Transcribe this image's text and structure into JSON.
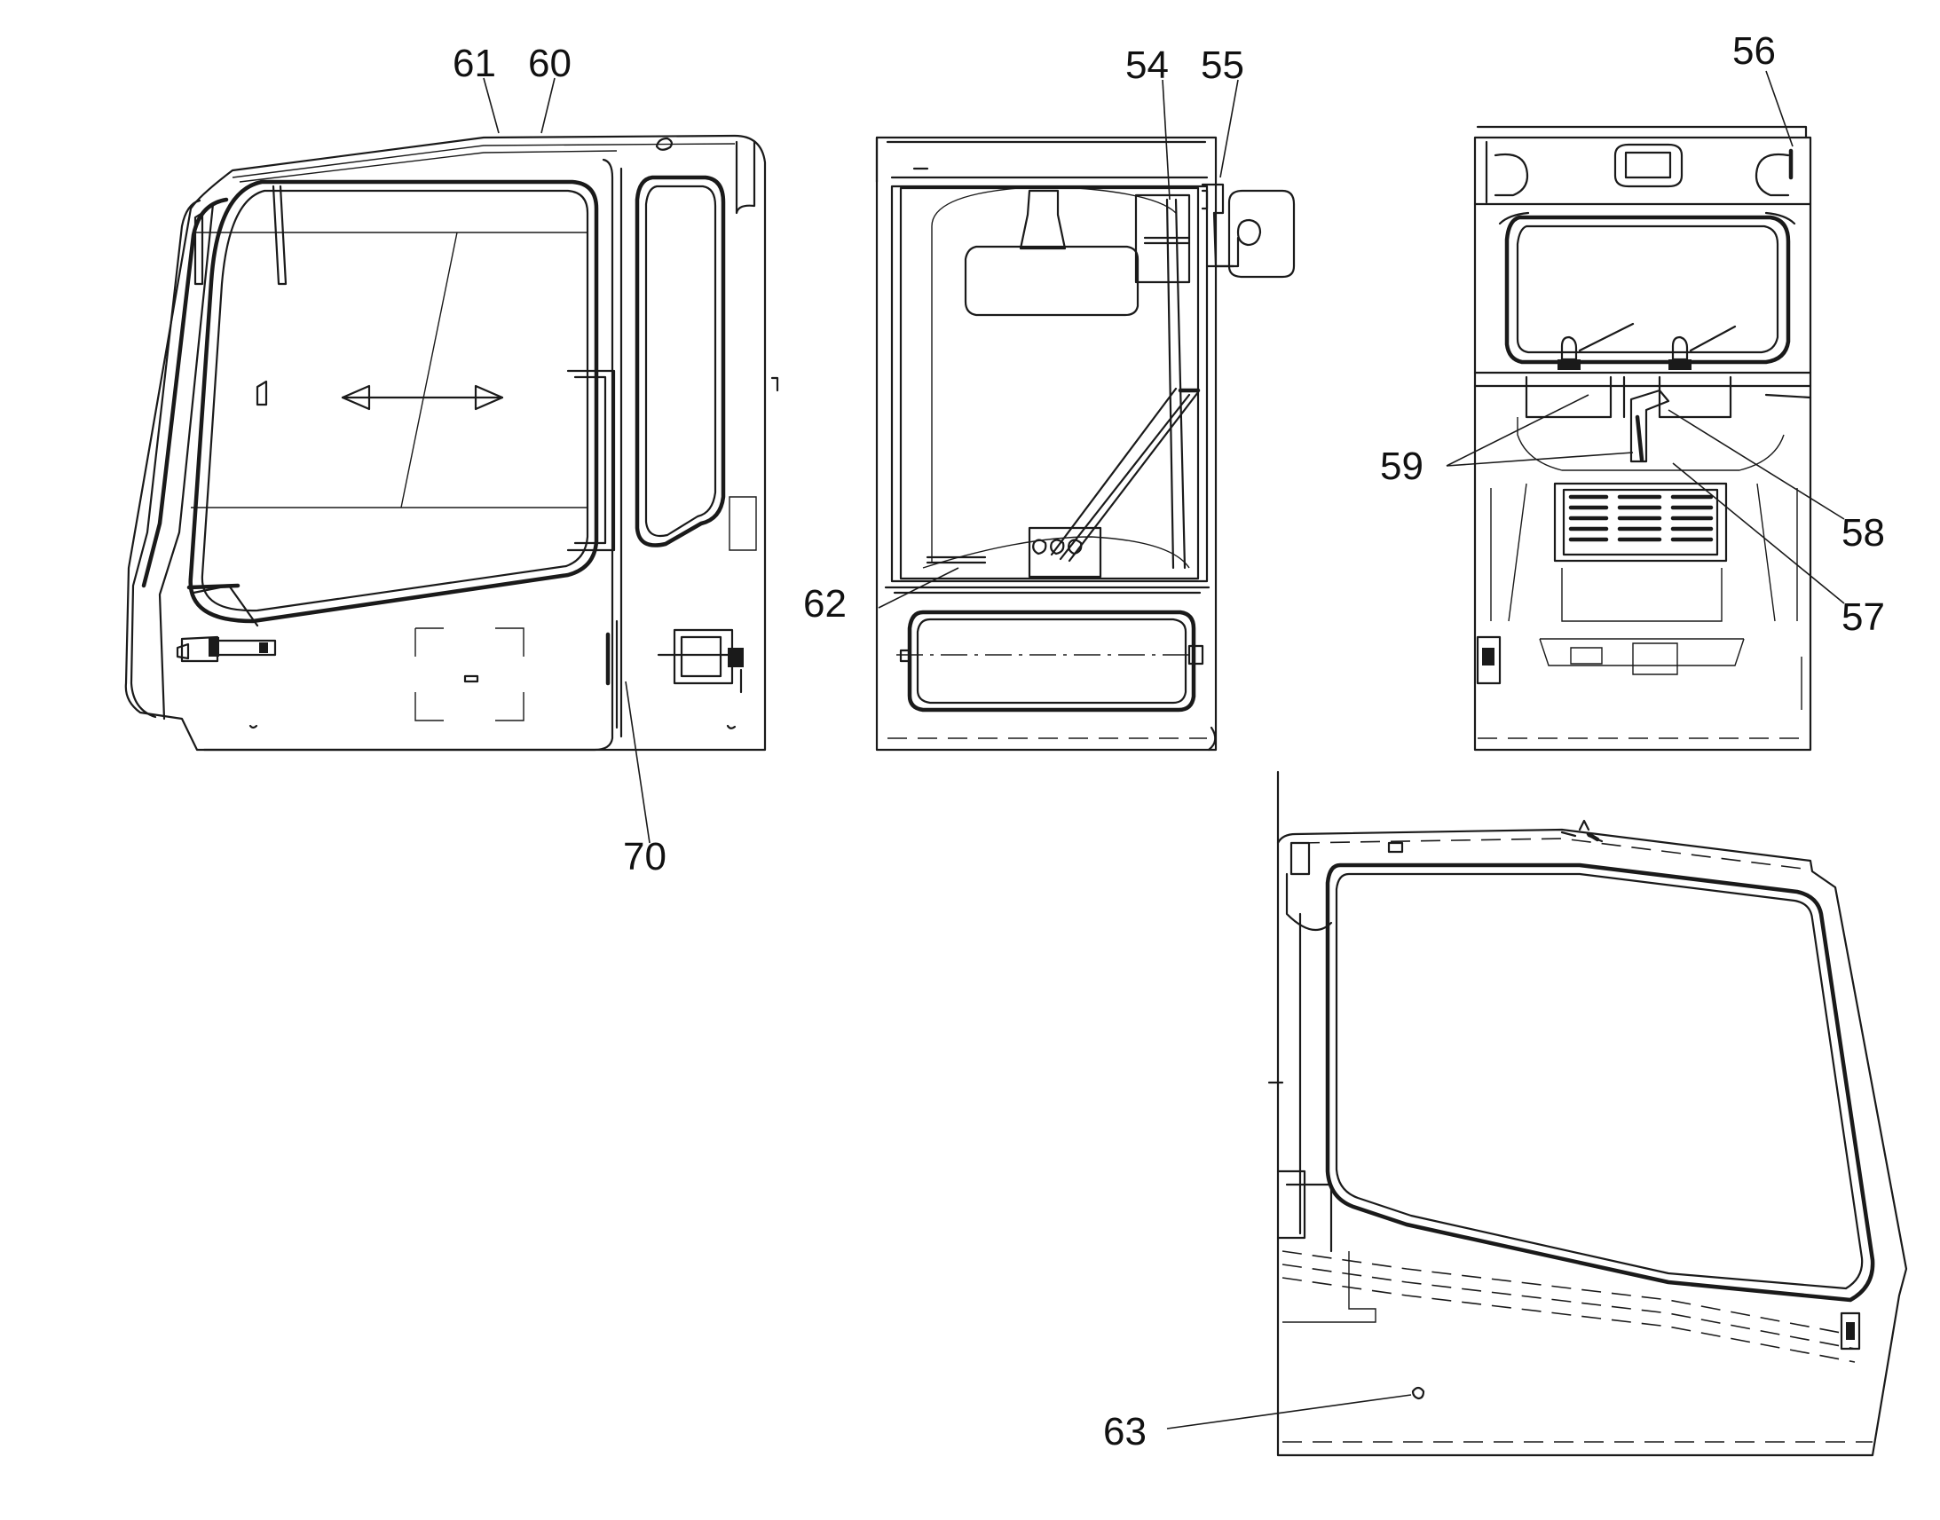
{
  "callouts": {
    "c54": "54",
    "c55": "55",
    "c56": "56",
    "c57": "57",
    "c58": "58",
    "c59": "59",
    "c60": "60",
    "c61": "61",
    "c62": "62",
    "c63": "63",
    "c70": "70"
  },
  "views": [
    "side-view-left",
    "front-view",
    "rear-view",
    "side-view-right"
  ]
}
